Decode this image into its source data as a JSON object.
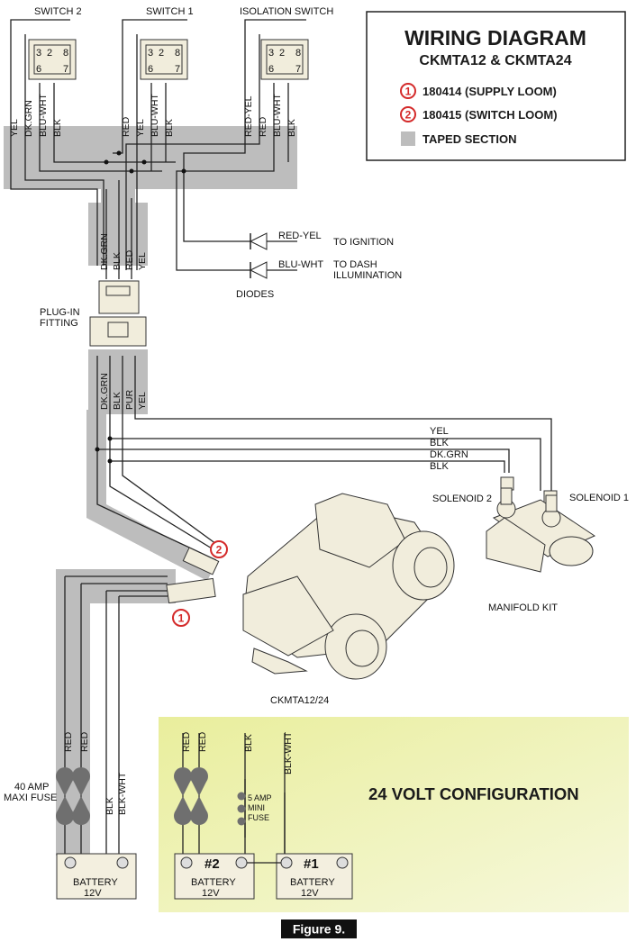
{
  "title": {
    "line1": "WIRING DIAGRAM",
    "line2": "CKMTA12 & CKMTA24"
  },
  "legend": [
    {
      "marker": "1",
      "text": "180414 (SUPPLY LOOM)"
    },
    {
      "marker": "2",
      "text": "180415 (SWITCH LOOM)"
    },
    {
      "marker": "",
      "text": "TAPED SECTION"
    }
  ],
  "switches": [
    {
      "label": "SWITCH 2",
      "pins": [
        "3",
        "2",
        "8",
        "6",
        "7"
      ],
      "wires": [
        "YEL",
        "DK.GRN",
        "BLU-WHT",
        "BLK"
      ]
    },
    {
      "label": "SWITCH 1",
      "pins": [
        "3",
        "2",
        "8",
        "6",
        "7"
      ],
      "wires": [
        "RED",
        "YEL",
        "BLU-WHT",
        "BLK"
      ]
    },
    {
      "label": "ISOLATION SWITCH",
      "pins": [
        "3",
        "2",
        "8",
        "6",
        "7"
      ],
      "wires": [
        "RED-YEL",
        "RED",
        "BLU-WHT",
        "BLK"
      ]
    }
  ],
  "diodes": {
    "label": "DIODES",
    "items": [
      {
        "wire": "RED-YEL",
        "dest": "TO IGNITION"
      },
      {
        "wire": "BLU-WHT",
        "dest_line1": "TO DASH",
        "dest_line2": "ILLUMINATION"
      }
    ]
  },
  "plug": {
    "label_line1": "PLUG-IN",
    "label_line2": "FITTING",
    "top_wires": [
      "DK.GRN",
      "BLK",
      "RED",
      "YEL"
    ],
    "bottom_wires": [
      "DK.GRN",
      "BLK",
      "PUR",
      "YEL"
    ]
  },
  "solenoid_wires": [
    "YEL",
    "BLK",
    "DK.GRN",
    "BLK"
  ],
  "solenoids": [
    "SOLENOID 2",
    "SOLENOID 1"
  ],
  "manifold": "MANIFOLD KIT",
  "compressor": "CKMTA12/24",
  "loom_markers": [
    "1",
    "2"
  ],
  "left_battery": {
    "wires": [
      "RED",
      "RED",
      "BLK",
      "BLK-WHT"
    ],
    "fuse_line1": "40 AMP",
    "fuse_line2": "MAXI FUSE",
    "battery_line1": "BATTERY",
    "battery_line2": "12V"
  },
  "config24": {
    "title": "24 VOLT CONFIGURATION",
    "wires": [
      "RED",
      "RED",
      "BLK",
      "BLK-WHT"
    ],
    "mini_fuse": [
      "5 AMP",
      "MINI",
      "FUSE"
    ],
    "batteries": [
      {
        "num": "#2",
        "line1": "BATTERY",
        "line2": "12V"
      },
      {
        "num": "#1",
        "line1": "BATTERY",
        "line2": "12V"
      }
    ]
  },
  "figure_caption": "Figure 9.",
  "colors": {
    "tape": "#bdbdbd",
    "panel_24v": "#edf1b0",
    "marker_red": "#d42a2a",
    "cream": "#f1eddc"
  }
}
